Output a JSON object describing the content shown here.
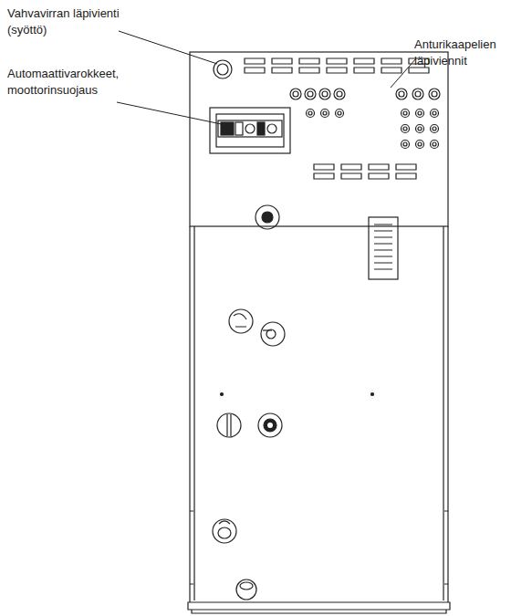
{
  "diagram": {
    "labels": [
      "Vahvavirran läpivienti (syöttö)",
      "Anturikaapelien läpiviennit",
      "Automaattivarokkeet, moottorinsuojaus"
    ]
  }
}
